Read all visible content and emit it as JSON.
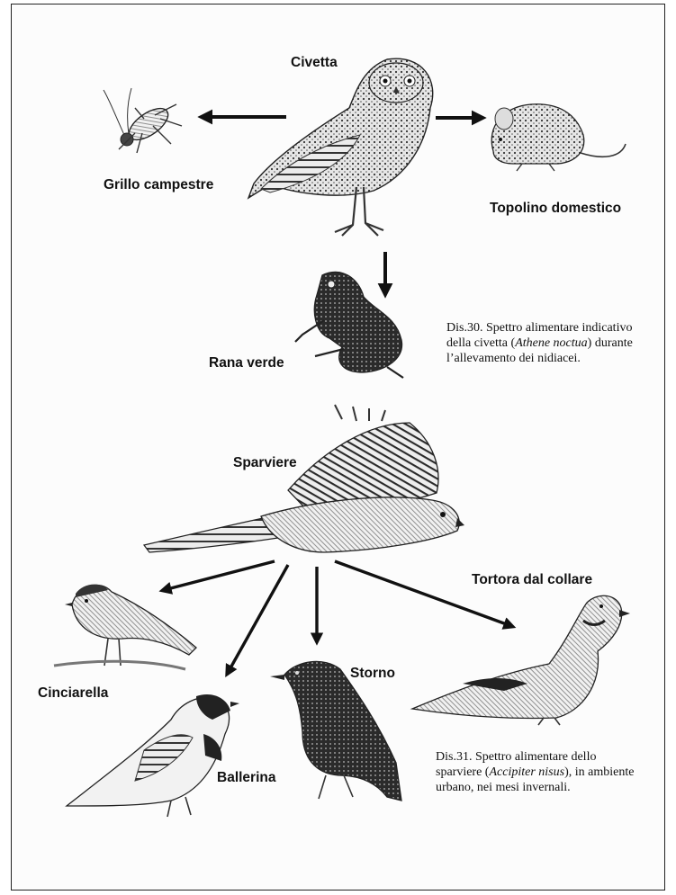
{
  "diagram_30": {
    "predator": "Civetta",
    "prey": [
      "Grillo campestre",
      "Topolino domestico",
      "Rana verde"
    ],
    "caption": {
      "lead": "Dis.30. Spettro alimentare indicativo della civetta (",
      "species": "Athene noctua",
      "tail": ") durante l’allevamento dei nidiacei."
    }
  },
  "diagram_31": {
    "predator": "Sparviere",
    "prey": [
      "Cinciarella",
      "Ballerina",
      "Storno",
      "Tortora dal collare"
    ],
    "caption": {
      "lead": "Dis.31. Spettro alimentare dello sparviere (",
      "species": "Accipiter nisus",
      "tail": "), in ambiente urbano, nei mesi invernali."
    }
  },
  "colors": {
    "ink": "#111111",
    "paper": "#fcfcfc",
    "line": "#222222"
  },
  "icons": [
    "owl-icon",
    "cricket-icon",
    "mouse-icon",
    "frog-icon",
    "hawk-icon",
    "blue-tit-icon",
    "wagtail-icon",
    "starling-icon",
    "collared-dove-icon"
  ]
}
